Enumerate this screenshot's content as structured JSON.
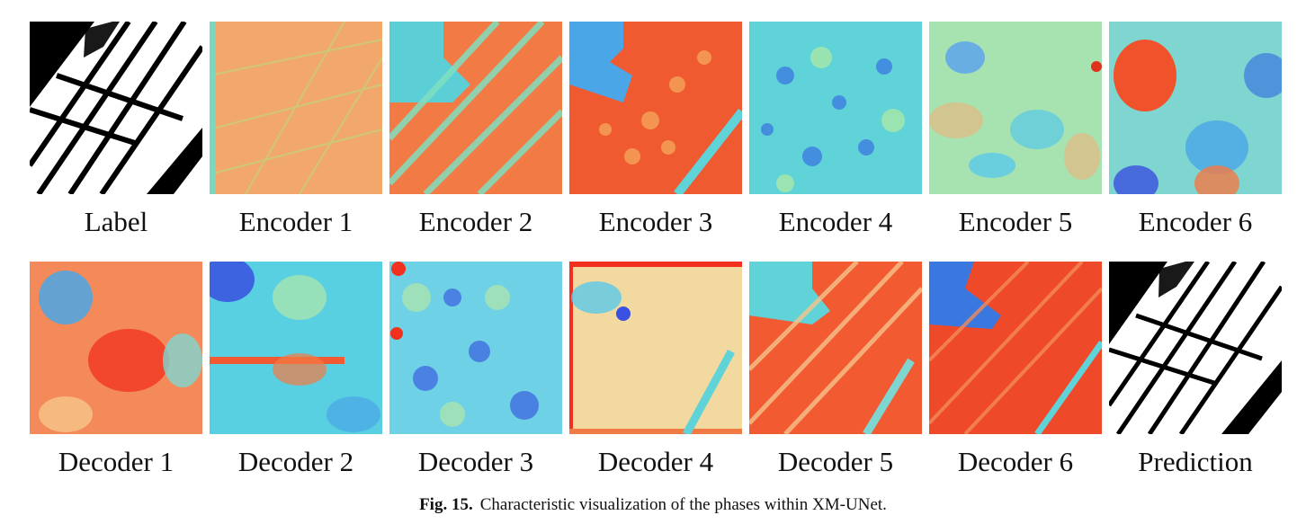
{
  "figure": {
    "panels_top": [
      {
        "label": "Label",
        "kind": "mask"
      },
      {
        "label": "Encoder 1",
        "kind": "heat",
        "base": "#f2a86a"
      },
      {
        "label": "Encoder 2",
        "kind": "heat",
        "base": "#f27a45"
      },
      {
        "label": "Encoder 3",
        "kind": "heat",
        "base": "#f05a30"
      },
      {
        "label": "Encoder 4",
        "kind": "heat",
        "base": "#5fd3d8"
      },
      {
        "label": "Encoder 5",
        "kind": "heat",
        "base": "#a6e3b0"
      },
      {
        "label": "Encoder 6",
        "kind": "heat",
        "base": "#7fd6d0"
      }
    ],
    "panels_bottom": [
      {
        "label": "Decoder 1",
        "kind": "heat",
        "base": "#f48a5a"
      },
      {
        "label": "Decoder 2",
        "kind": "heat",
        "base": "#58d0e2"
      },
      {
        "label": "Decoder 3",
        "kind": "heat",
        "base": "#6fd1e6"
      },
      {
        "label": "Decoder 4",
        "kind": "heat",
        "base": "#f2d9a0"
      },
      {
        "label": "Decoder 5",
        "kind": "heat",
        "base": "#f25a32"
      },
      {
        "label": "Decoder 6",
        "kind": "heat",
        "base": "#ee4a2a"
      },
      {
        "label": "Prediction",
        "kind": "mask"
      }
    ],
    "caption_number": "Fig. 15.",
    "caption_text": "Characteristic visualization of the phases within XM-UNet."
  }
}
